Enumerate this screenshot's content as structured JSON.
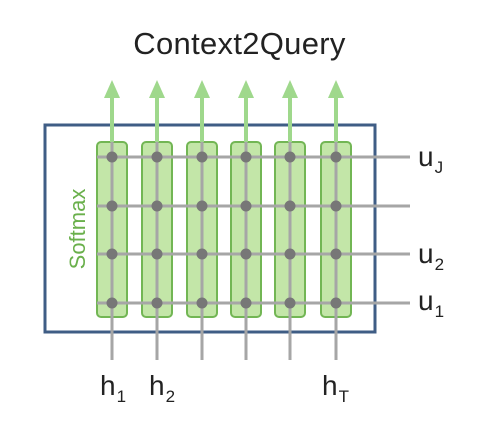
{
  "title": "Context2Query",
  "softmax_label": "Softmax",
  "columns": [
    {
      "label": "h",
      "sub": "1"
    },
    {
      "label": "h",
      "sub": "2"
    },
    {
      "label": "",
      "sub": ""
    },
    {
      "label": "",
      "sub": ""
    },
    {
      "label": "",
      "sub": ""
    },
    {
      "label": "h",
      "sub": "T"
    }
  ],
  "rows": [
    {
      "label": "u",
      "sub": "J"
    },
    {
      "label": "",
      "sub": ""
    },
    {
      "label": "u",
      "sub": "2"
    },
    {
      "label": "u",
      "sub": "1"
    }
  ],
  "colors": {
    "box_border": "#3f5d85",
    "column_fill": "#c3e6a8",
    "column_border": "#72b654",
    "arrow": "#9fd88c",
    "grid_line": "#a6a6a6",
    "node": "#777777",
    "softmax_text": "#6ab04c"
  }
}
